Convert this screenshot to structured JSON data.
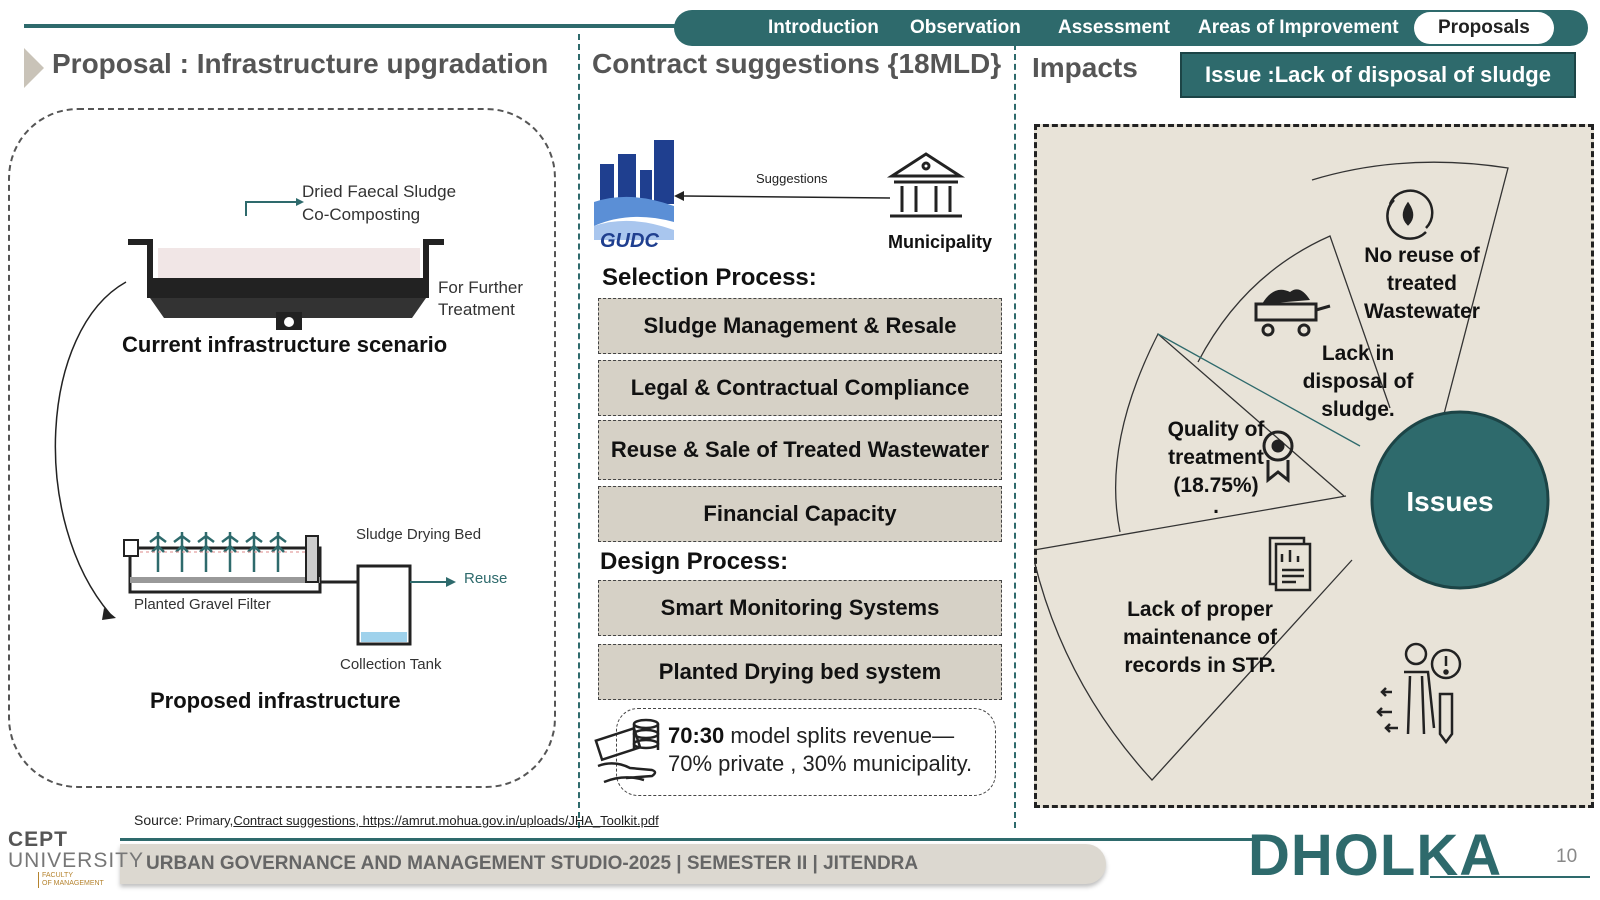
{
  "nav": {
    "items": [
      "Introduction",
      "Observation",
      "Assessment",
      "Areas of Improvement",
      "Proposals"
    ],
    "active": "Proposals"
  },
  "headings": {
    "left": "Proposal : Infrastructure upgradation",
    "middle": "Contract suggestions {18MLD}",
    "right": "Impacts",
    "issue": "Issue :Lack of disposal of sludge"
  },
  "left_panel": {
    "current": {
      "label_dried": "Dried Faecal Sludge",
      "label_cocomposting": "Co-Composting",
      "label_further_1": "For Further",
      "label_further_2": "Treatment",
      "caption": "Current infrastructure scenario"
    },
    "proposed": {
      "label_drying_bed": "Sludge Drying Bed",
      "label_reuse": "Reuse",
      "label_gravel": "Planted Gravel Filter",
      "label_tank": "Collection Tank",
      "caption": "Proposed infrastructure"
    }
  },
  "middle_panel": {
    "gudc": "GUDC",
    "suggestions_label": "Suggestions",
    "municipality": "Municipality",
    "selection_title": "Selection Process:",
    "selection_items": [
      "Sludge Management & Resale",
      "Legal & Contractual Compliance",
      "Reuse & Sale of Treated Wastewater",
      "Financial Capacity"
    ],
    "design_title": "Design Process:",
    "design_items": [
      "Smart Monitoring Systems",
      "Planted Drying bed system"
    ],
    "model_bold": "70:30",
    "model_text_1": " model splits revenue—",
    "model_text_2": "70% private , 30% municipality."
  },
  "impacts": {
    "center": "Issues",
    "segments": [
      {
        "lines": [
          "No reuse of",
          "treated",
          "Wastewater"
        ]
      },
      {
        "lines": [
          "Lack in",
          "disposal of",
          "sludge."
        ]
      },
      {
        "lines": [
          "Quality of",
          "treatment",
          "(18.75%)",
          "."
        ]
      },
      {
        "lines": [
          "Lack of proper",
          "maintenance of",
          "records in STP."
        ]
      }
    ],
    "colors": {
      "center": "#2e6a6c",
      "panel": "#e8e3d8"
    }
  },
  "source": {
    "prefix": "Source:",
    "text": "Primary,",
    "link": "Contract suggestions, https://amrut.mohua.gov.in/uploads/JHA_Toolkit.pdf"
  },
  "footer": {
    "text": "URBAN GOVERNANCE AND MANAGEMENT STUDIO-2025 | SEMESTER II | JITENDRA",
    "place": "DHOLKA",
    "page": "10",
    "logo_1": "CEPT",
    "logo_2": "UNIVERSITY",
    "logo_3a": "FACULTY",
    "logo_3b": "OF MANAGEMENT"
  },
  "colors": {
    "accent": "#2e6a6c",
    "box_fill": "#d6d1c6"
  }
}
